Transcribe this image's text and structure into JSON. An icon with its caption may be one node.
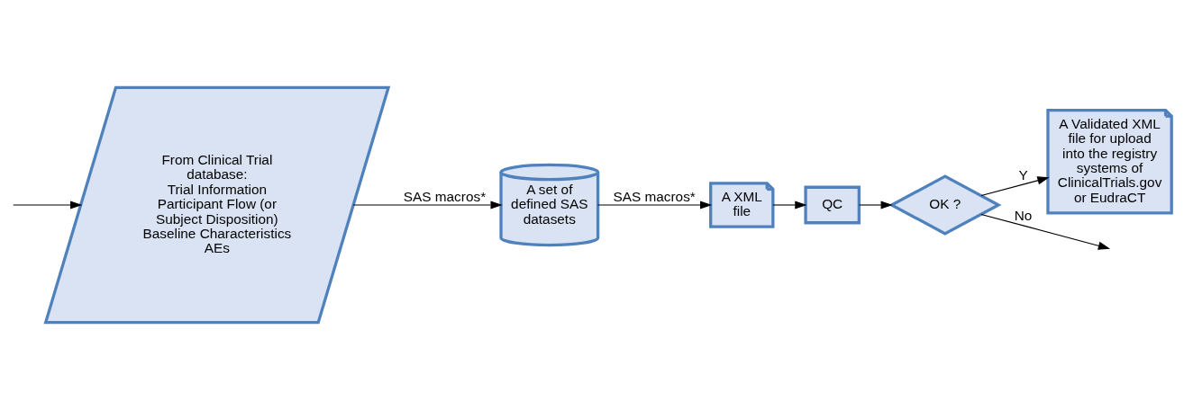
{
  "diagram": {
    "nodes": [
      {
        "text": [
          "From Clinical Trial database:",
          "Trial Information",
          "Participant Flow (or Subject Disposition)",
          "Baseline Characteristics",
          "AEs"
        ]
      },
      {
        "text": [
          "A set of defined SAS datasets"
        ]
      },
      {
        "text": [
          "A XML file"
        ]
      },
      {
        "text": [
          "QC"
        ]
      },
      {
        "text": [
          "OK ?"
        ]
      },
      {
        "text": [
          "A Validated XML file for upload into the registry systems of ClinicalTrials.gov or EudraCT"
        ]
      }
    ],
    "edges": [
      {
        "from": 0,
        "to": 1,
        "arrow": "to",
        "label": "SAS macros*"
      },
      {
        "from": 1,
        "to": 2,
        "arrow": "to",
        "label": "SAS macros*"
      },
      {
        "from": 2,
        "to": 3,
        "arrow": "to"
      },
      {
        "from": 3,
        "to": 4,
        "arrow": "to"
      },
      {
        "from": 4,
        "to": 5,
        "arrow": "to",
        "label": "Y"
      },
      {
        "from": 4,
        "to": null,
        "arrow": "to",
        "label": "No"
      },
      {
        "from": null,
        "to": 0,
        "arrow": "to"
      }
    ]
  }
}
